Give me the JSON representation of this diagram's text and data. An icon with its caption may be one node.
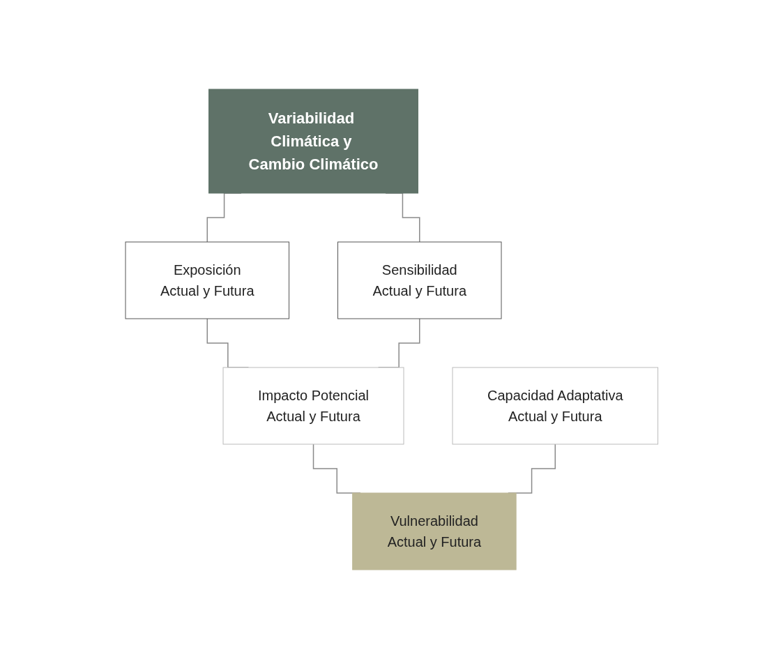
{
  "diagram": {
    "nodes": [
      {
        "text": [
          "Variabilidad Climática y Cambio Climático"
        ]
      },
      {
        "text": [
          "Exposición",
          "Actual y Futura"
        ]
      },
      {
        "text": [
          "Sensibilidad",
          "Actual y Futura"
        ]
      },
      {
        "text": [
          "Impacto Potencial",
          "Actual y Futura"
        ]
      },
      {
        "text": [
          "Capacidad Adaptativa",
          "Actual y Futura"
        ]
      },
      {
        "text": [
          "Vulnerabilidad",
          "Actual y Futura"
        ]
      }
    ],
    "edges": [
      {
        "from": 0,
        "to": 1,
        "arrow": "none"
      },
      {
        "from": 0,
        "to": 2,
        "arrow": "none"
      },
      {
        "from": 1,
        "to": 3,
        "arrow": "none"
      },
      {
        "from": 2,
        "to": 3,
        "arrow": "none"
      },
      {
        "from": 3,
        "to": 5,
        "arrow": "none"
      },
      {
        "from": 4,
        "to": 5,
        "arrow": "none"
      }
    ]
  }
}
